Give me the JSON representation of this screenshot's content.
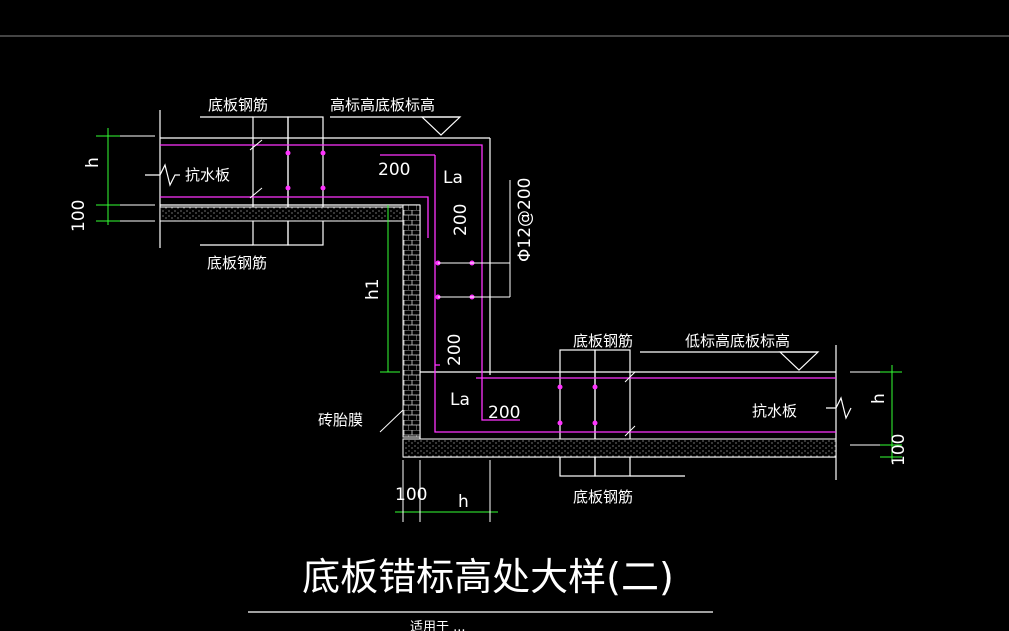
{
  "drawing": {
    "title": "底板错标高处大样(二)",
    "subtitle": "适用于 ...",
    "labels": {
      "bottom_rebar_top_left": "底板钢筋",
      "high_elev_label": "高标高底板标高",
      "anti_water_left": "抗水板",
      "bottom_rebar_bottom_left": "底板钢筋",
      "dim_200_top": "200",
      "la_top": "La",
      "dim_200_vertical": "200",
      "rebar_spec": "Φ12@200",
      "h1": "h1",
      "dim_200_vertical_low": "200",
      "la_bottom": "La",
      "dim_200_low": "200",
      "brick_membrane": "砖胎膜",
      "bottom_rebar_mid_right": "底板钢筋",
      "low_elev_label": "低标高底板标高",
      "anti_water_right": "抗水板",
      "bottom_rebar_bottom_right": "底板钢筋",
      "dim_h_left": "h",
      "dim_100_left": "100",
      "dim_h_right": "h",
      "dim_100_right": "100",
      "dim_100_bottom": "100",
      "dim_h_bottom": "h"
    },
    "colors": {
      "background": "#000000",
      "lines": "#ffffff",
      "rebar": "#ff33ff",
      "dimension": "#33ff33",
      "text": "#ffffff"
    }
  }
}
